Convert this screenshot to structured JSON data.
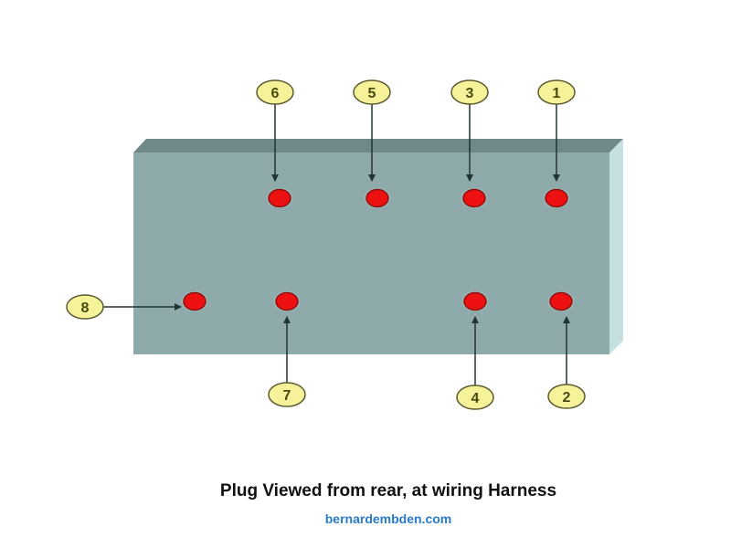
{
  "title": "Plug Viewed from rear, at wiring Harness",
  "credit": "bernardembden.com",
  "colors": {
    "block_front": "#8faaaa",
    "block_top": "#6f8888",
    "block_side": "#c6dfe0",
    "pin_fill": "#ee1111",
    "pin_stroke": "#8a1010",
    "label_fill": "#f5f29a",
    "label_stroke": "#5a5a30",
    "label_text": "#4a4a10",
    "arrow": "#223333",
    "credit": "#2a7acc"
  },
  "pins": [
    {
      "number": "6",
      "row": "top"
    },
    {
      "number": "5",
      "row": "top"
    },
    {
      "number": "3",
      "row": "top"
    },
    {
      "number": "1",
      "row": "top"
    },
    {
      "number": "8",
      "row": "bottom",
      "label_side": "left"
    },
    {
      "number": "7",
      "row": "bottom"
    },
    {
      "number": "4",
      "row": "bottom"
    },
    {
      "number": "2",
      "row": "bottom"
    }
  ]
}
